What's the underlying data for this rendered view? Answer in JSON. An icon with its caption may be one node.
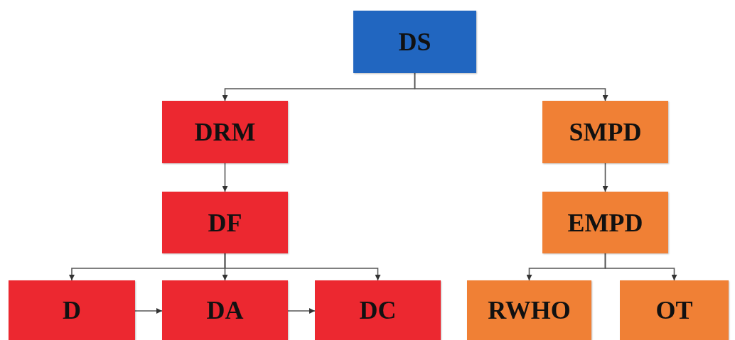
{
  "diagram": {
    "nodes": [
      {
        "text": [
          "DS"
        ]
      },
      {
        "text": [
          "DRM"
        ]
      },
      {
        "text": [
          "SMPD"
        ]
      },
      {
        "text": [
          "DF"
        ]
      },
      {
        "text": [
          "EMPD"
        ]
      },
      {
        "text": [
          "D"
        ]
      },
      {
        "text": [
          "DA"
        ]
      },
      {
        "text": [
          "DC"
        ]
      },
      {
        "text": [
          "RWHO"
        ]
      },
      {
        "text": [
          "OT"
        ]
      }
    ],
    "edges": [
      {
        "from": 0,
        "to": 1,
        "arrow": "to"
      },
      {
        "from": 0,
        "to": 2,
        "arrow": "to"
      },
      {
        "from": 1,
        "to": 3,
        "arrow": "to"
      },
      {
        "from": 2,
        "to": 4,
        "arrow": "to"
      },
      {
        "from": 3,
        "to": 5,
        "arrow": "to"
      },
      {
        "from": 3,
        "to": 6,
        "arrow": "to"
      },
      {
        "from": 3,
        "to": 7,
        "arrow": "to"
      },
      {
        "from": 4,
        "to": 8,
        "arrow": "to"
      },
      {
        "from": 4,
        "to": 9,
        "arrow": "to"
      },
      {
        "from": 5,
        "to": 6,
        "arrow": "to"
      },
      {
        "from": 6,
        "to": 7,
        "arrow": "to"
      }
    ]
  }
}
